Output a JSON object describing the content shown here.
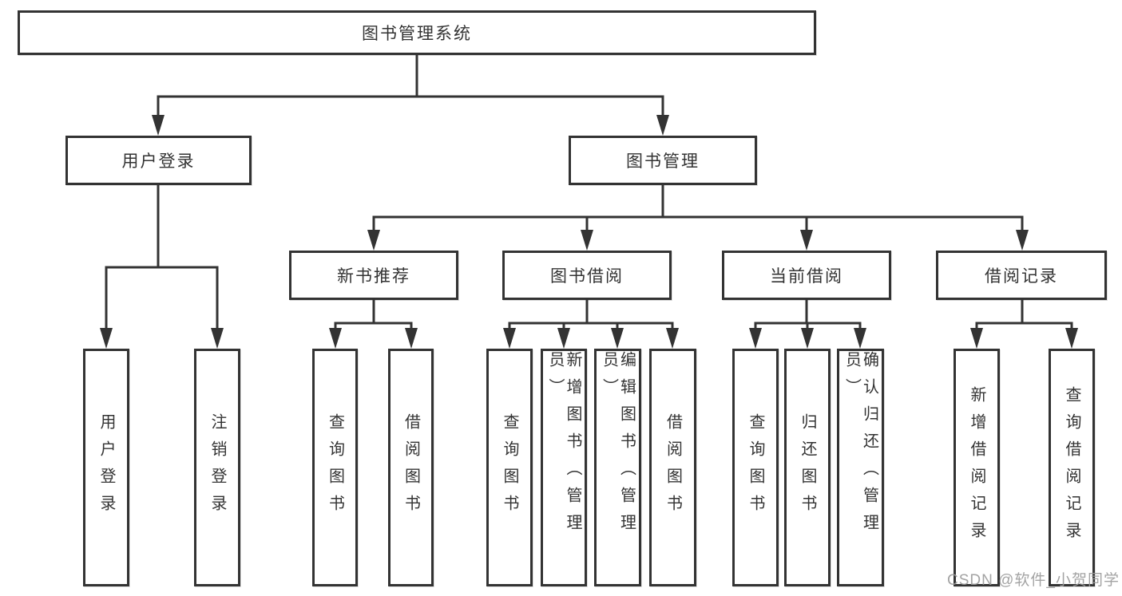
{
  "diagram": {
    "title": "图书管理系统",
    "modules": [
      {
        "label": "用户登录",
        "functions": [
          "用户登录",
          "注销登录"
        ]
      },
      {
        "label": "图书管理",
        "submodules": [
          {
            "label": "新书推荐",
            "functions": [
              "查询图书",
              "借阅图书"
            ]
          },
          {
            "label": "图书借阅",
            "functions": [
              "查询图书",
              "新增图书（管理员）",
              "编辑图书（管理员）",
              "借阅图书"
            ]
          },
          {
            "label": "当前借阅",
            "functions": [
              "查询图书",
              "归还图书",
              "确认归还（管理员）"
            ]
          },
          {
            "label": "借阅记录",
            "functions": [
              "新增借阅记录",
              "查询借阅记录"
            ]
          }
        ]
      }
    ]
  },
  "watermark": {
    "text": "CSDN @软件_小贺同学"
  },
  "colors": {
    "line": "#333333",
    "box_border": "#333333",
    "text": "#333333",
    "watermark": "#9c9c9c",
    "background": "#ffffff"
  }
}
